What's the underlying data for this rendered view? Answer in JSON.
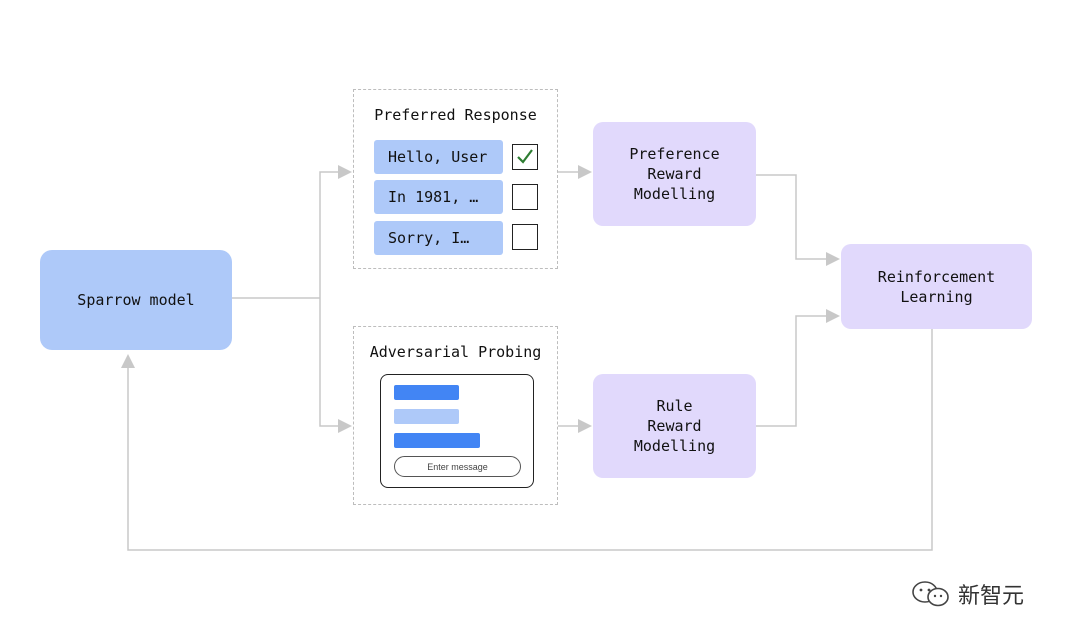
{
  "nodes": {
    "sparrow_model": "Sparrow model",
    "preference_reward_modelling": "Preference\nReward\nModelling",
    "rule_reward_modelling": "Rule\nReward\nModelling",
    "reinforcement_learning": "Reinforcement\nLearning"
  },
  "preferred_response": {
    "title": "Preferred Response",
    "responses": [
      {
        "text": "Hello, User",
        "checked": true
      },
      {
        "text": "In 1981, …",
        "checked": false
      },
      {
        "text": "Sorry, I…",
        "checked": false
      }
    ]
  },
  "adversarial_probing": {
    "title": "Adversarial Probing",
    "input_placeholder": "Enter message"
  },
  "colors": {
    "model_blue": "#aec9f9",
    "purple": "#e1d9fc",
    "bar_dark_blue": "#4285f4",
    "bar_light_blue": "#aec9f9",
    "line_gray": "#c8c8c8",
    "check_green": "#2e7d32"
  },
  "watermark": {
    "text": "新智元"
  }
}
